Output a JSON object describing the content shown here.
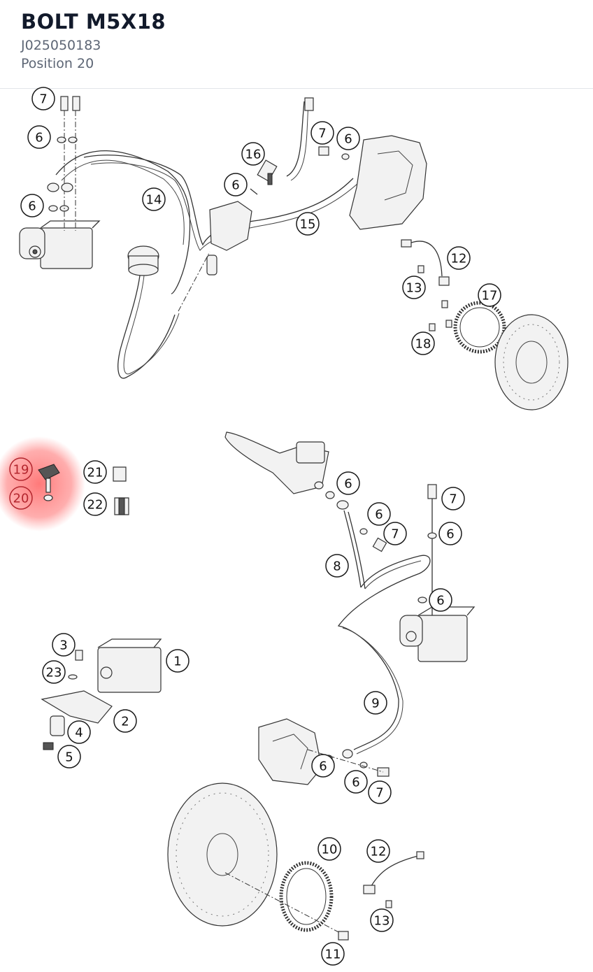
{
  "header": {
    "title": "BOLT M5X18",
    "part_number": "J025050183",
    "position": "Position 20"
  },
  "highlight_color": "#ff4d4d",
  "callouts": [
    {
      "id": "c-7-a",
      "label": "7"
    },
    {
      "id": "c-6-a",
      "label": "6"
    },
    {
      "id": "c-6-b",
      "label": "6"
    },
    {
      "id": "c-14",
      "label": "14"
    },
    {
      "id": "c-16",
      "label": "16"
    },
    {
      "id": "c-6-c",
      "label": "6"
    },
    {
      "id": "c-7-b",
      "label": "7"
    },
    {
      "id": "c-6-d",
      "label": "6"
    },
    {
      "id": "c-15",
      "label": "15"
    },
    {
      "id": "c-12-a",
      "label": "12"
    },
    {
      "id": "c-13-a",
      "label": "13"
    },
    {
      "id": "c-17",
      "label": "17"
    },
    {
      "id": "c-18",
      "label": "18"
    },
    {
      "id": "c-19",
      "label": "19"
    },
    {
      "id": "c-20",
      "label": "20"
    },
    {
      "id": "c-21",
      "label": "21"
    },
    {
      "id": "c-22",
      "label": "22"
    },
    {
      "id": "c-6-e",
      "label": "6"
    },
    {
      "id": "c-7-c",
      "label": "7"
    },
    {
      "id": "c-6-f",
      "label": "6"
    },
    {
      "id": "c-7-d",
      "label": "7"
    },
    {
      "id": "c-6-g",
      "label": "6"
    },
    {
      "id": "c-8",
      "label": "8"
    },
    {
      "id": "c-6-h",
      "label": "6"
    },
    {
      "id": "c-3",
      "label": "3"
    },
    {
      "id": "c-1",
      "label": "1"
    },
    {
      "id": "c-23",
      "label": "23"
    },
    {
      "id": "c-2",
      "label": "2"
    },
    {
      "id": "c-4",
      "label": "4"
    },
    {
      "id": "c-5",
      "label": "5"
    },
    {
      "id": "c-9",
      "label": "9"
    },
    {
      "id": "c-6-i",
      "label": "6"
    },
    {
      "id": "c-6-j",
      "label": "6"
    },
    {
      "id": "c-7-e",
      "label": "7"
    },
    {
      "id": "c-10",
      "label": "10"
    },
    {
      "id": "c-12-b",
      "label": "12"
    },
    {
      "id": "c-13-b",
      "label": "13"
    },
    {
      "id": "c-11",
      "label": "11"
    }
  ]
}
